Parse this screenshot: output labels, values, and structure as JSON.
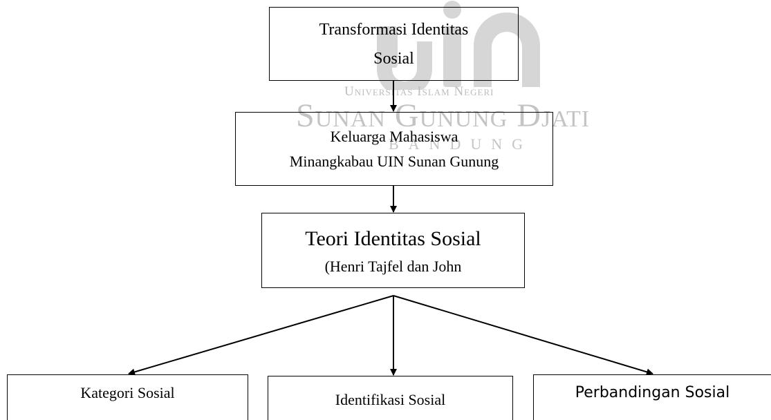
{
  "watermark": {
    "logo_text": "UIN",
    "line1": "Universitas Islam Negeri",
    "line2": "Sunan Gunung Djati",
    "line3": "BANDUNG"
  },
  "diagram": {
    "box1": {
      "line1": "Transformasi Identitas",
      "line2": "Sosial"
    },
    "box2": {
      "line1": "Keluarga Mahasiswa",
      "line2": "Minangkabau UIN Sunan Gunung"
    },
    "box3": {
      "line1": "Teori Identitas Sosial",
      "line2": "(Henri Tajfel dan John"
    },
    "box4": {
      "label": "Kategori Sosial"
    },
    "box5": {
      "label": "Identifikasi Sosial"
    },
    "box6": {
      "label": "Perbandingan Sosial"
    }
  }
}
